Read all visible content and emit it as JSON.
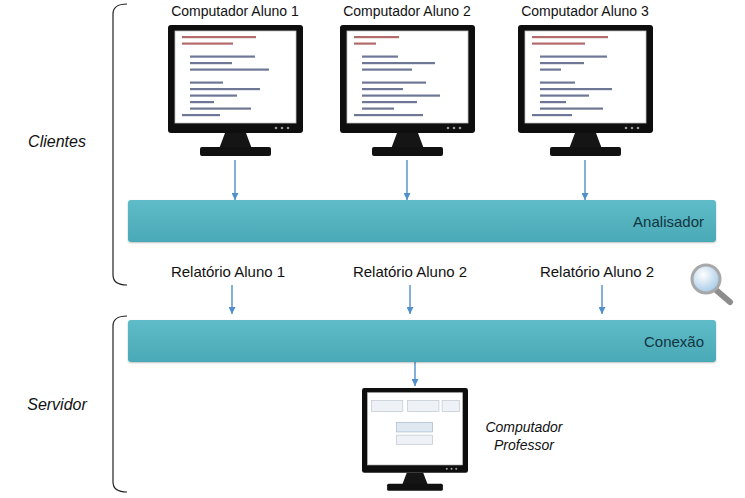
{
  "diagram": {
    "nodes": [
      {
        "text": [
          "Computador Aluno 1"
        ]
      },
      {
        "text": [
          "Computador Aluno 2"
        ]
      },
      {
        "text": [
          "Computador Aluno 3"
        ]
      },
      {
        "text": [
          "Analisador"
        ]
      },
      {
        "text": [
          "Conexão"
        ]
      },
      {
        "text": [
          "Computador Professor"
        ]
      }
    ],
    "edges": [
      {
        "from": 0,
        "to": 3,
        "arrow": "to"
      },
      {
        "from": 1,
        "to": 3,
        "arrow": "to"
      },
      {
        "from": 2,
        "to": 3,
        "arrow": "to"
      },
      {
        "from": 4,
        "to": 5,
        "arrow": "to"
      }
    ],
    "labels": [
      "Clientes",
      "Servidor",
      "Relatório Aluno 1",
      "Relatório Aluno 2",
      "Relatório Aluno 2"
    ]
  }
}
